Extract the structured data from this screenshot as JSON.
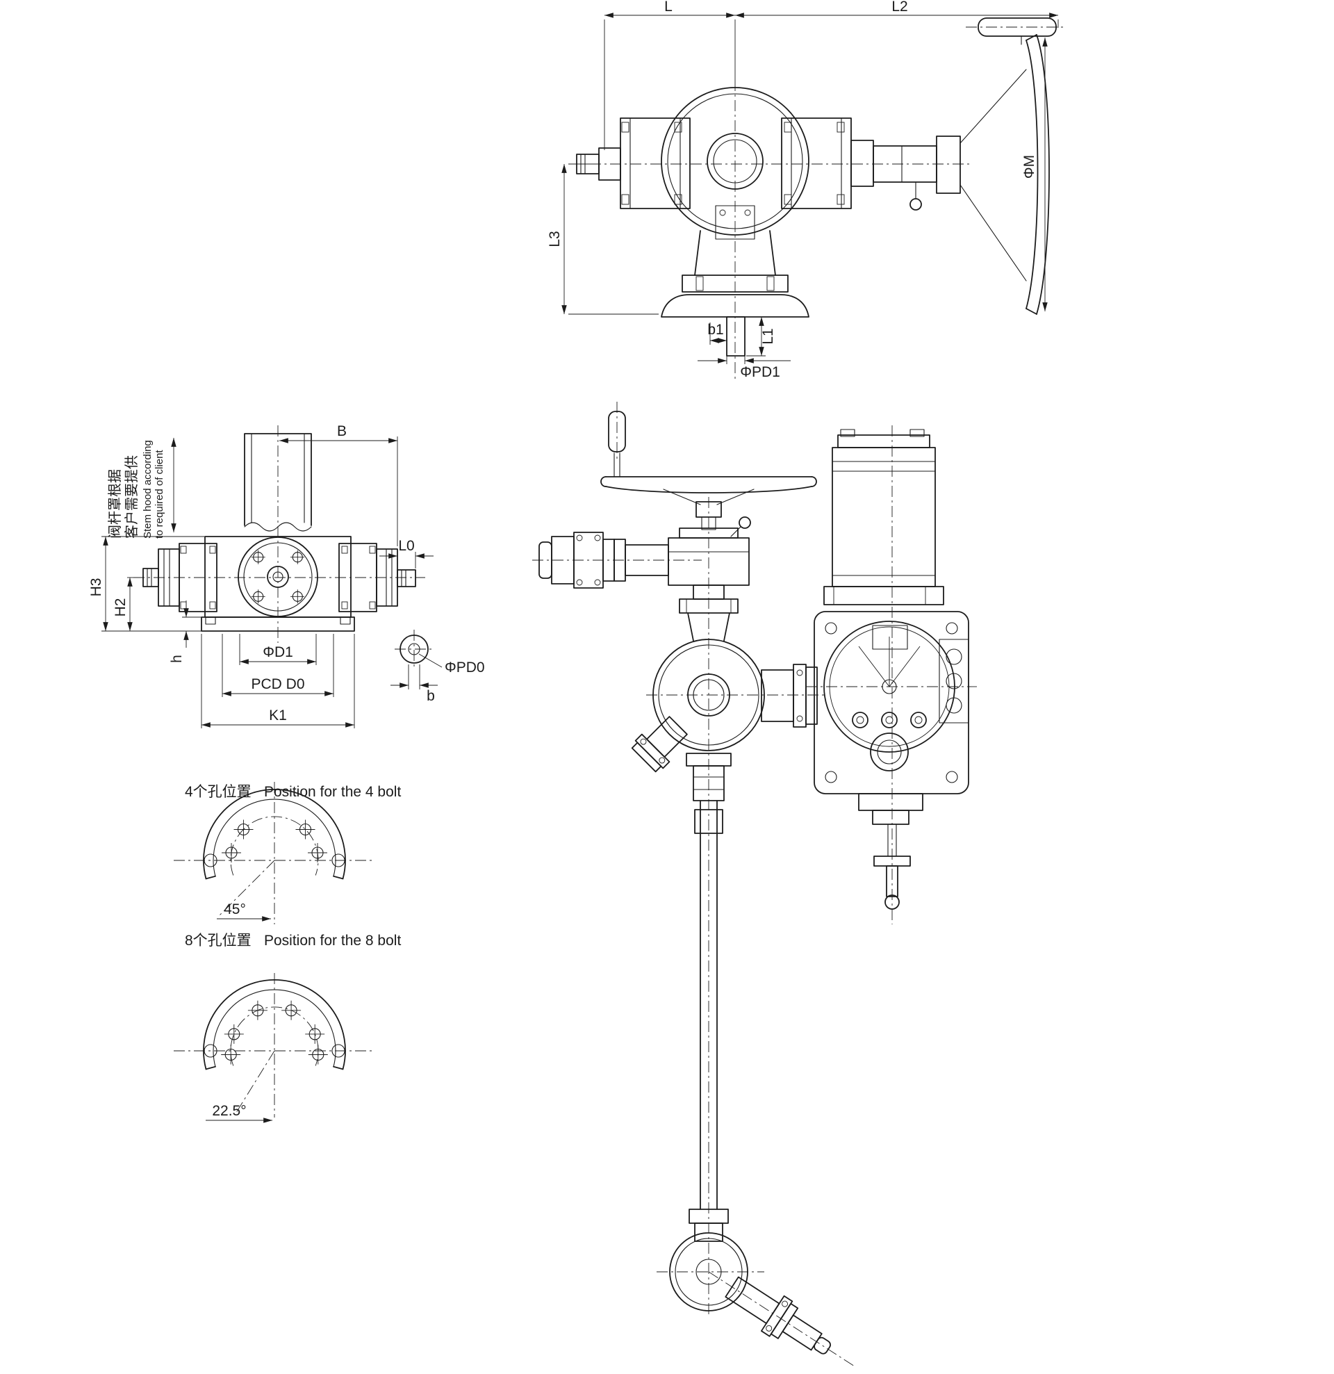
{
  "page": {
    "background": "#ffffff",
    "line_color": "#1c1c1c"
  },
  "front_view": {
    "dims": {
      "L": "L",
      "L2": "L2",
      "L3": "L3",
      "phi_M": "ΦM",
      "b1": "b1",
      "L1": "L1",
      "phi_PD1": "ΦPD1"
    }
  },
  "side_view": {
    "dims": {
      "B": "B",
      "L0": "L0",
      "H3": "H3",
      "H2": "H2",
      "h": "h",
      "phi_D1": "ΦD1",
      "pcd_D0": "PCD D0",
      "K1": "K1",
      "phi_PD0": "ΦPD0",
      "b": "b"
    },
    "stem_hood_note": {
      "cn_line1": "阀杆罩根据",
      "cn_line2": "客户需要提供",
      "en_line1": "Stem hood according",
      "en_line2": "to required of client"
    }
  },
  "bolt_positions": {
    "four": {
      "title_cn": "4个孔位置",
      "title_en": "Position for the 4 bolt",
      "angle": "45°"
    },
    "eight": {
      "title_cn": "8个孔位置",
      "title_en": "Position for the 8 bolt",
      "angle": "22.5°"
    }
  }
}
